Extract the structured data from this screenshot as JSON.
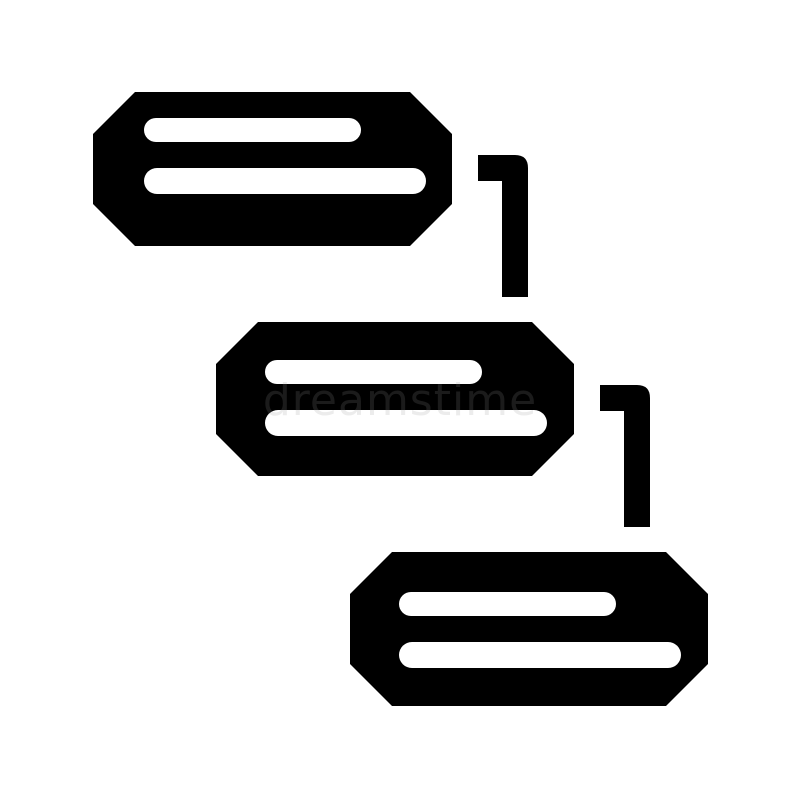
{
  "icon": {
    "name": "hierarchy-steps-glyph-icon",
    "foreground": "#000000",
    "background": "#ffffff",
    "levels": 3,
    "lines_per_block": 2
  },
  "watermark": {
    "text": "dreamstime"
  }
}
